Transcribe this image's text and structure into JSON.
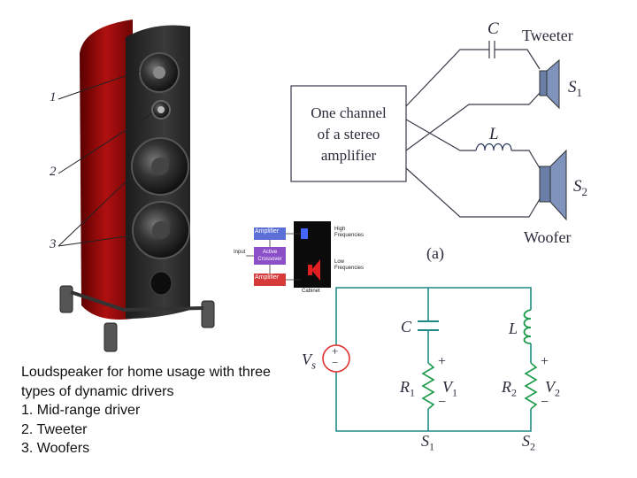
{
  "speaker": {
    "callouts": [
      "1",
      "2",
      "3"
    ],
    "caption": {
      "title_line1": "Loudspeaker for home usage with three",
      "title_line2": "types of dynamic drivers",
      "items": [
        "1. Mid-range driver",
        "2. Tweeter",
        "3. Woofers"
      ]
    }
  },
  "crossover_diagram": {
    "amplifier_box": [
      "One channel",
      "of a stereo",
      "amplifier"
    ],
    "capacitor": "C",
    "inductor": "L",
    "tweeter": "Tweeter",
    "woofer": "Woofer",
    "s1": "S",
    "s1_sub": "1",
    "s2": "S",
    "s2_sub": "2",
    "part_label": "(a)"
  },
  "block_diagram": {
    "amp_top": "Amplifier",
    "crossover_line1": "Active",
    "crossover_line2": "Crossover",
    "amp_bottom": "Amplifier",
    "input": "Input",
    "high_line1": "High",
    "high_line2": "Frequencies",
    "low_line1": "Low",
    "low_line2": "Frequencies",
    "cabinet": "Cabinet",
    "colors": {
      "amp": "#5b6fd6",
      "crossover": "#8b4fc8",
      "amp_bottom": "#d63a3a"
    }
  },
  "circuit": {
    "source": "V",
    "source_sub": "s",
    "plus": "+",
    "minus": "−",
    "c": "C",
    "l": "L",
    "r1": "R",
    "r1_sub": "1",
    "r2": "R",
    "r2_sub": "2",
    "v1": "V",
    "v1_sub": "1",
    "v2": "V",
    "v2_sub": "2",
    "s1": "S",
    "s1_sub": "1",
    "s2": "S",
    "s2_sub": "2",
    "colors": {
      "wire": "#1f8a85",
      "source": "#e03030",
      "inductor": "#1a9a4a"
    }
  }
}
